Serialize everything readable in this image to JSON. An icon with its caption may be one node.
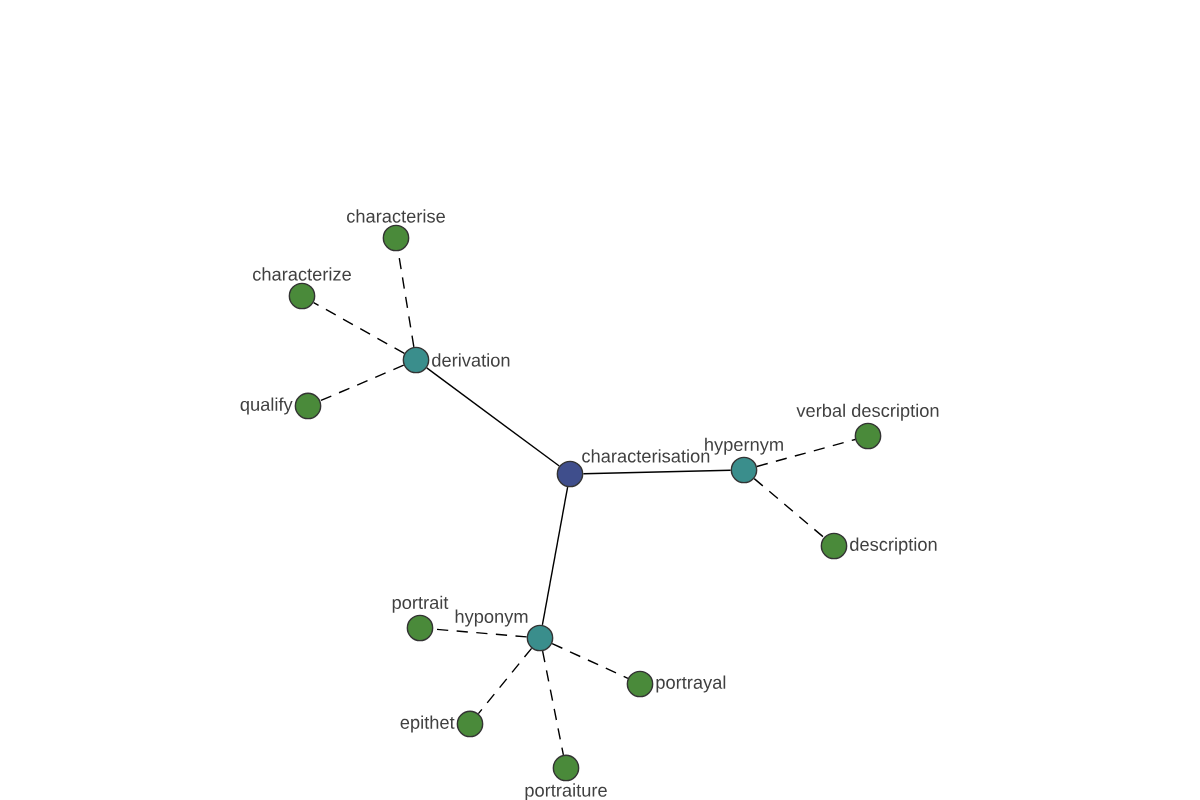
{
  "diagram": {
    "nodes": [
      {
        "text": [
          "characterisation"
        ]
      },
      {
        "text": [
          "derivation"
        ]
      },
      {
        "text": [
          "hypernym"
        ]
      },
      {
        "text": [
          "hyponym"
        ]
      },
      {
        "text": [
          "characterise"
        ]
      },
      {
        "text": [
          "characterize"
        ]
      },
      {
        "text": [
          "qualify"
        ]
      },
      {
        "text": [
          "verbal description"
        ]
      },
      {
        "text": [
          "description"
        ]
      },
      {
        "text": [
          "portrait"
        ]
      },
      {
        "text": [
          "portrayal"
        ]
      },
      {
        "text": [
          "epithet"
        ]
      },
      {
        "text": [
          "portraiture"
        ]
      }
    ],
    "edges": [
      {
        "from": 0,
        "to": 1,
        "arrow": "none"
      },
      {
        "from": 0,
        "to": 2,
        "arrow": "none"
      },
      {
        "from": 0,
        "to": 3,
        "arrow": "none"
      },
      {
        "from": 1,
        "to": 4,
        "arrow": "none",
        "style": "dashed"
      },
      {
        "from": 1,
        "to": 5,
        "arrow": "none",
        "style": "dashed"
      },
      {
        "from": 1,
        "to": 6,
        "arrow": "none",
        "style": "dashed"
      },
      {
        "from": 2,
        "to": 7,
        "arrow": "none",
        "style": "dashed"
      },
      {
        "from": 2,
        "to": 8,
        "arrow": "none",
        "style": "dashed"
      },
      {
        "from": 3,
        "to": 9,
        "arrow": "none",
        "style": "dashed"
      },
      {
        "from": 3,
        "to": 10,
        "arrow": "none",
        "style": "dashed"
      },
      {
        "from": 3,
        "to": 11,
        "arrow": "none",
        "style": "dashed"
      },
      {
        "from": 3,
        "to": 12,
        "arrow": "none",
        "style": "dashed"
      }
    ]
  }
}
